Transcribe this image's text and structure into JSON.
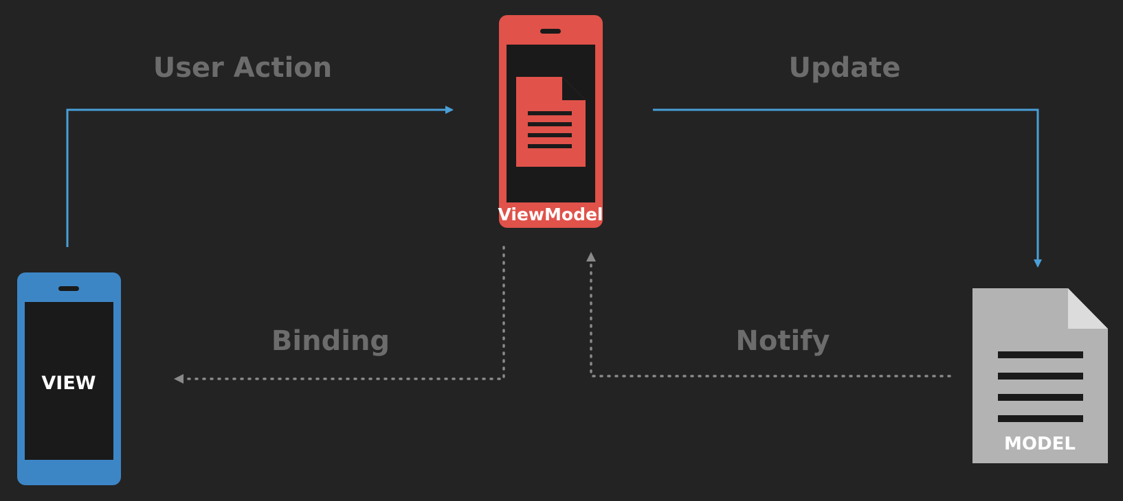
{
  "nodes": {
    "view": {
      "label": "VIEW",
      "color": "#3d86c6"
    },
    "viewmodel": {
      "label": "ViewModel",
      "color": "#e0524a"
    },
    "model": {
      "label": "MODEL",
      "color": "#b3b3b3"
    }
  },
  "edges": {
    "user_action": {
      "label": "User Action",
      "style": "solid",
      "color": "#4a9fd8"
    },
    "update": {
      "label": "Update",
      "style": "solid",
      "color": "#4a9fd8"
    },
    "binding": {
      "label": "Binding",
      "style": "dotted",
      "color": "#8a8a8a"
    },
    "notify": {
      "label": "Notify",
      "style": "dotted",
      "color": "#8a8a8a"
    }
  },
  "colors": {
    "background": "#232323",
    "screen": "#1a1a1a",
    "label_gray": "#6c6c6c"
  },
  "icons": {
    "view": "phone-icon",
    "viewmodel": "phone-document-icon",
    "model": "document-icon"
  }
}
